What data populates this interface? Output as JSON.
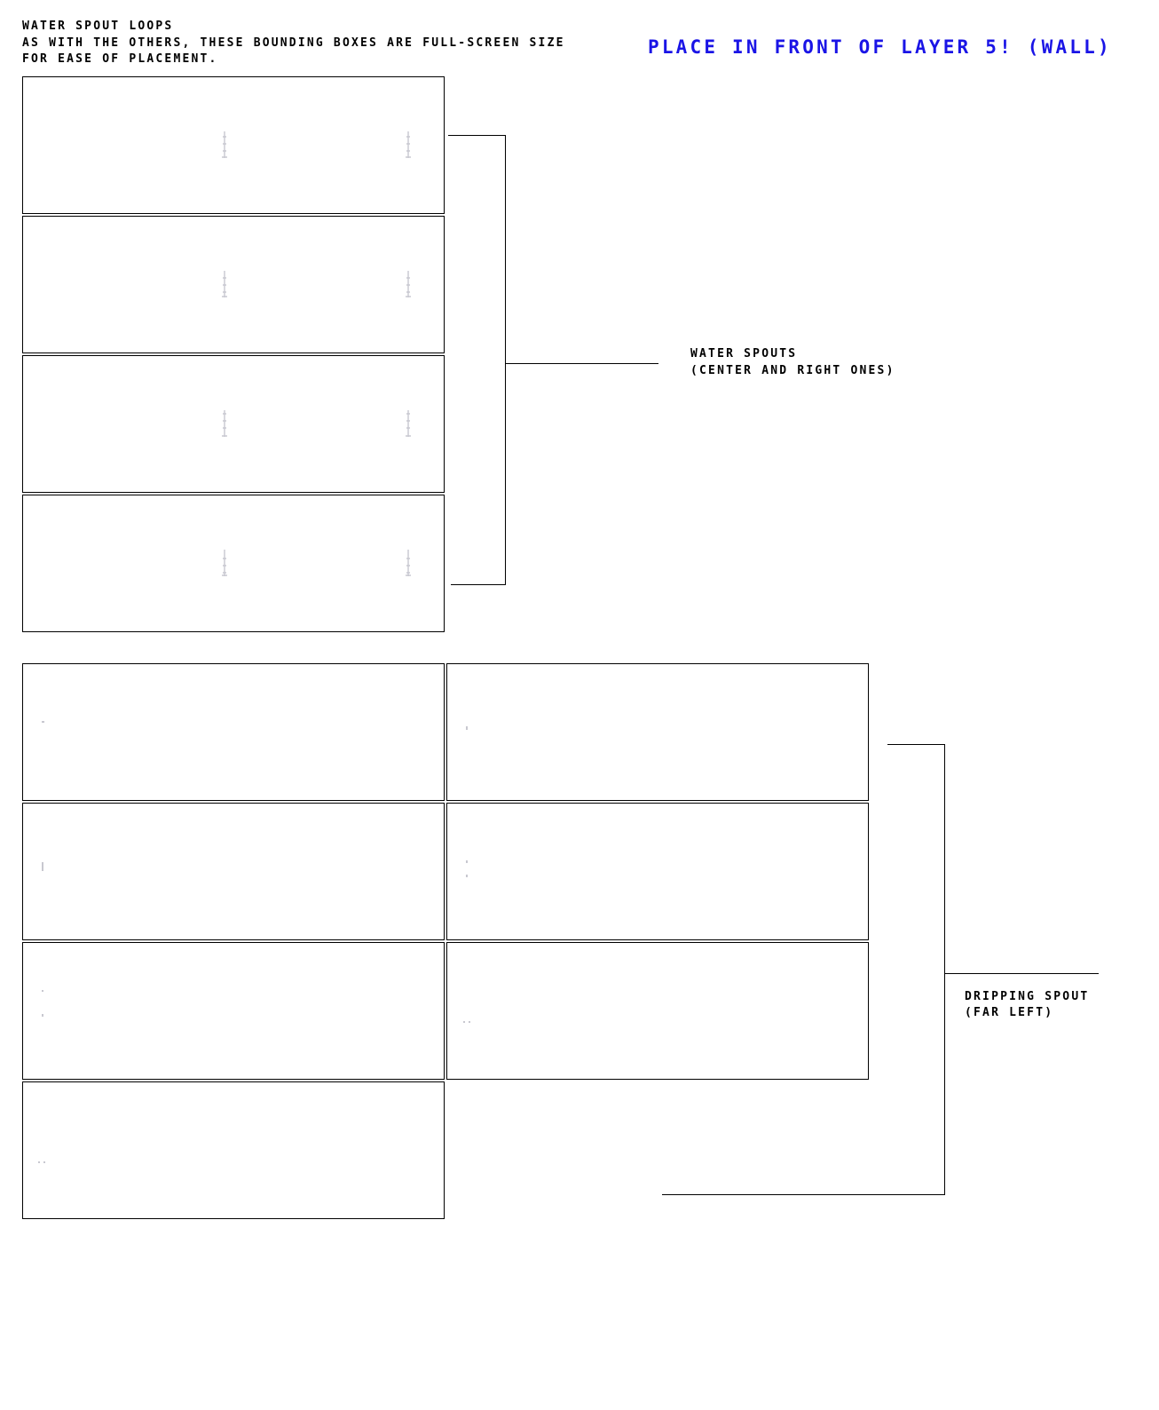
{
  "header": {
    "title": "Water spout loops",
    "note_line_1": "As with the others, these bounding boxes are full-screen size",
    "note_line_2": "for ease of placement.",
    "placement_note": "Place in front of layer 5! (Wall)"
  },
  "labels": {
    "water_spouts_line_1": "Water spouts",
    "water_spouts_line_2": "(center and right ones)",
    "dripping_spout_line_1": "Dripping spout",
    "dripping_spout_line_2": "(far left)"
  },
  "colors": {
    "placement_note": "#1a14e6",
    "frame_border": "#000000",
    "sprite_fill": "#c8c8d0"
  },
  "water_spout_frames": 4,
  "dripping_spout_frames": 7
}
